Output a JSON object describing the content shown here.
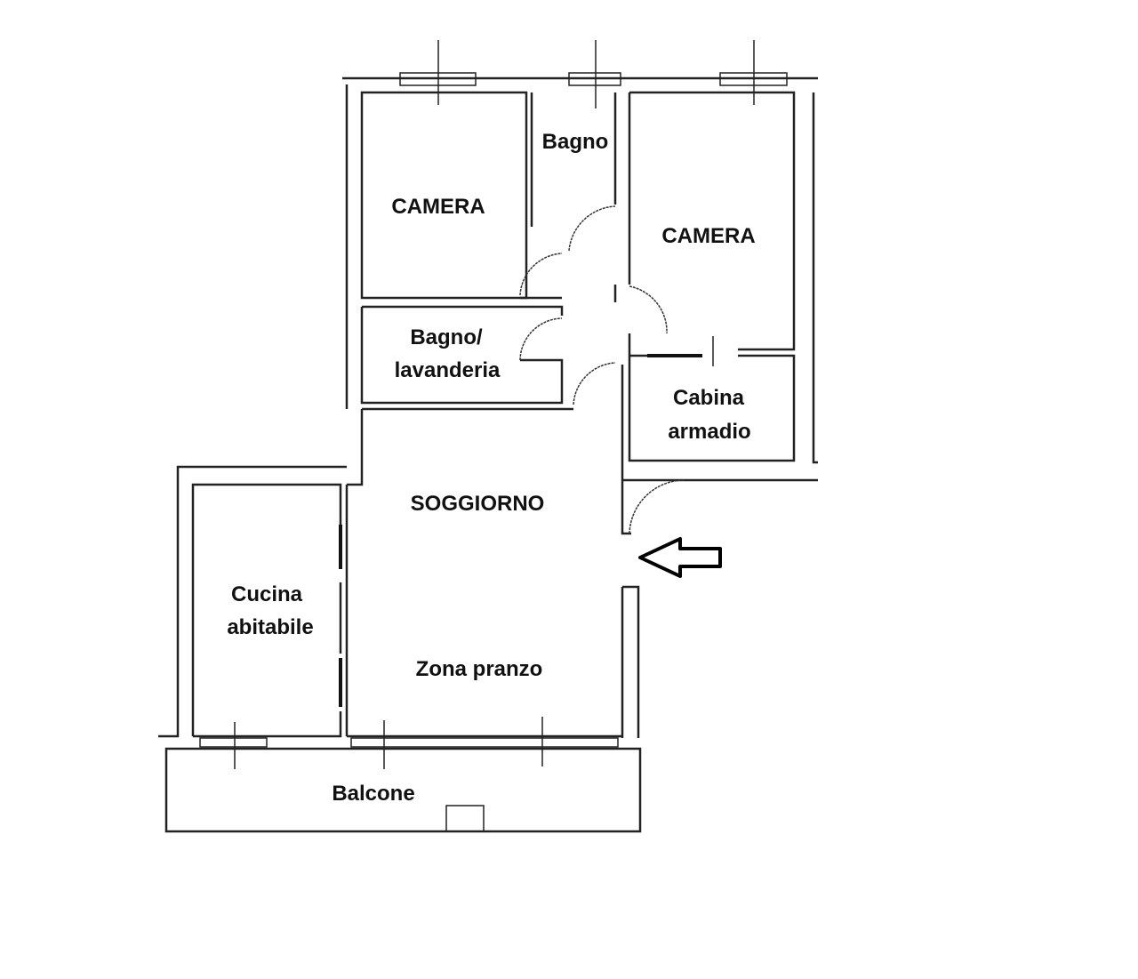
{
  "plan": {
    "rooms": {
      "camera_left": "CAMERA",
      "bagno": "Bagno",
      "camera_right": "CAMERA",
      "bagno_lavanderia_1": "Bagno/",
      "bagno_lavanderia_2": "lavanderia",
      "cabina_1": "Cabina",
      "cabina_2": "armadio",
      "soggiorno": "SOGGIORNO",
      "cucina_1": "Cucina",
      "cucina_2": "abitabile",
      "zona_pranzo": "Zona pranzo",
      "balcone": "Balcone"
    },
    "entrance_arrow": "arrow-left-icon"
  }
}
